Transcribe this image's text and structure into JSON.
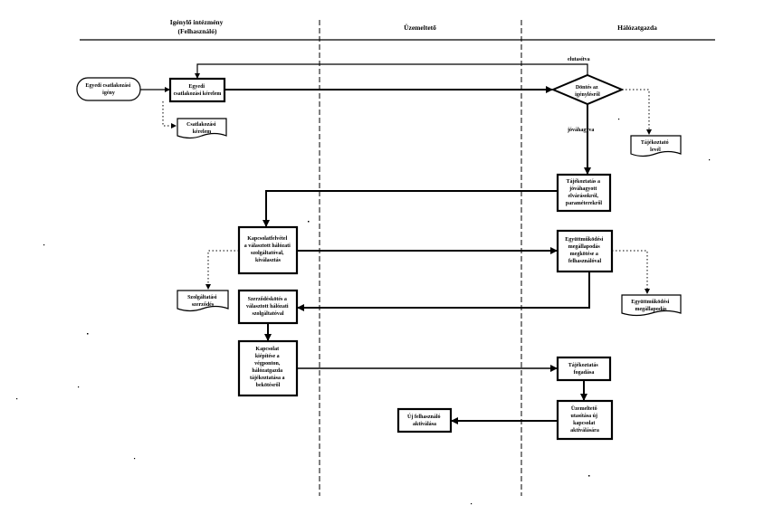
{
  "lanes": {
    "lane1": [
      "Igénylő intézmény",
      "(Felhasználó)"
    ],
    "lane2": [
      "Üzemeltető"
    ],
    "lane3": [
      "Hálózatgazda"
    ]
  },
  "shapes": {
    "start": [
      "Egyedi csatlakozási",
      "igény"
    ],
    "request": [
      "Egyedi",
      "csatlakozási kérelem"
    ],
    "decision": [
      "Döntés az",
      "igénylésről"
    ],
    "doc_request": [
      "Csatlakozási",
      "kérelem"
    ],
    "doc_info": [
      "Tájékoztató",
      "levél"
    ],
    "notify": [
      "Tájékoztatás a",
      "jóváhagyott",
      "elvárásokról,",
      "paraméterekről"
    ],
    "contact": [
      "Kapcsolatfelvétel",
      "a választott hálózati",
      "szolgáltatóval,",
      "kiválasztás"
    ],
    "agreement": [
      "Együttműködési",
      "megállapodás",
      "megkötése a",
      "felhasználóval"
    ],
    "doc_contract": [
      "Szolgáltatási",
      "szerződés"
    ],
    "doc_agreement": [
      "Együttműködési",
      "megállapodás"
    ],
    "contract": [
      "Szerződéskötés a",
      "választott hálózati",
      "szolgáltatóval"
    ],
    "install": [
      "Kapcsolat",
      "kiépítése a",
      "végponton,",
      "hálózatgazda",
      "tájékoztatása a",
      "bekötésről"
    ],
    "accept": [
      "Tájékoztatás",
      "fogadása"
    ],
    "activate": [
      "Üzemeltető",
      "utasítása új",
      "kapcsolat",
      "aktiválására"
    ],
    "endpoint": [
      "Új felhasználó",
      "aktiválása"
    ]
  },
  "labels": {
    "rejected": "elutasítva",
    "approved": "jóváhagyva"
  }
}
